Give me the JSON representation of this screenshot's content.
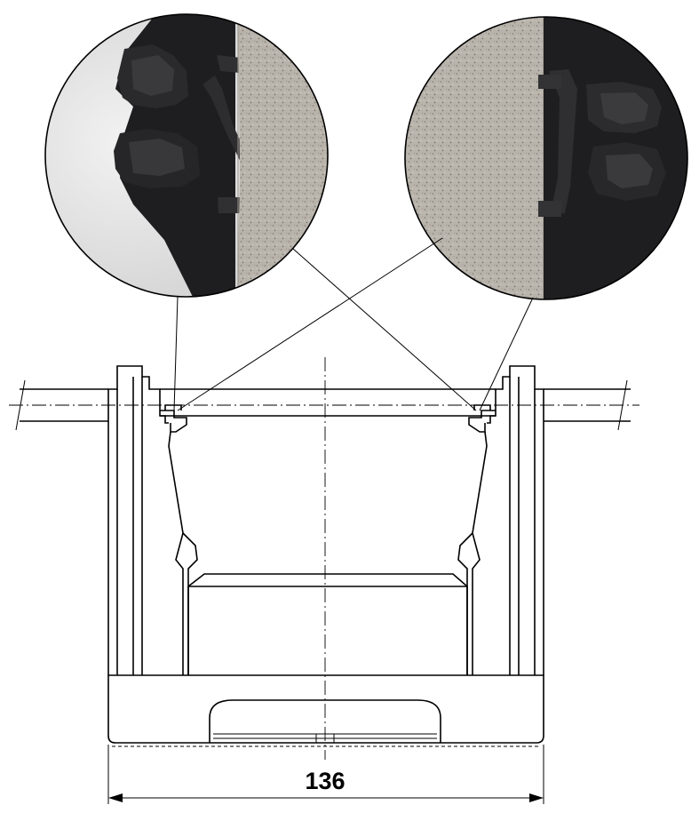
{
  "figure": {
    "dimension": {
      "label": "136"
    },
    "details": [
      {
        "name": "left-detail",
        "subject": "clip-mounted-on-left-wall"
      },
      {
        "name": "right-detail",
        "subject": "clip-mounted-on-right-wall"
      }
    ],
    "colors": {
      "line": "#000000",
      "background": "#ffffff",
      "concrete": "#b8b3ab",
      "plastic": "#1e1e20",
      "photo_backdrop": "#e4e4e4"
    }
  }
}
